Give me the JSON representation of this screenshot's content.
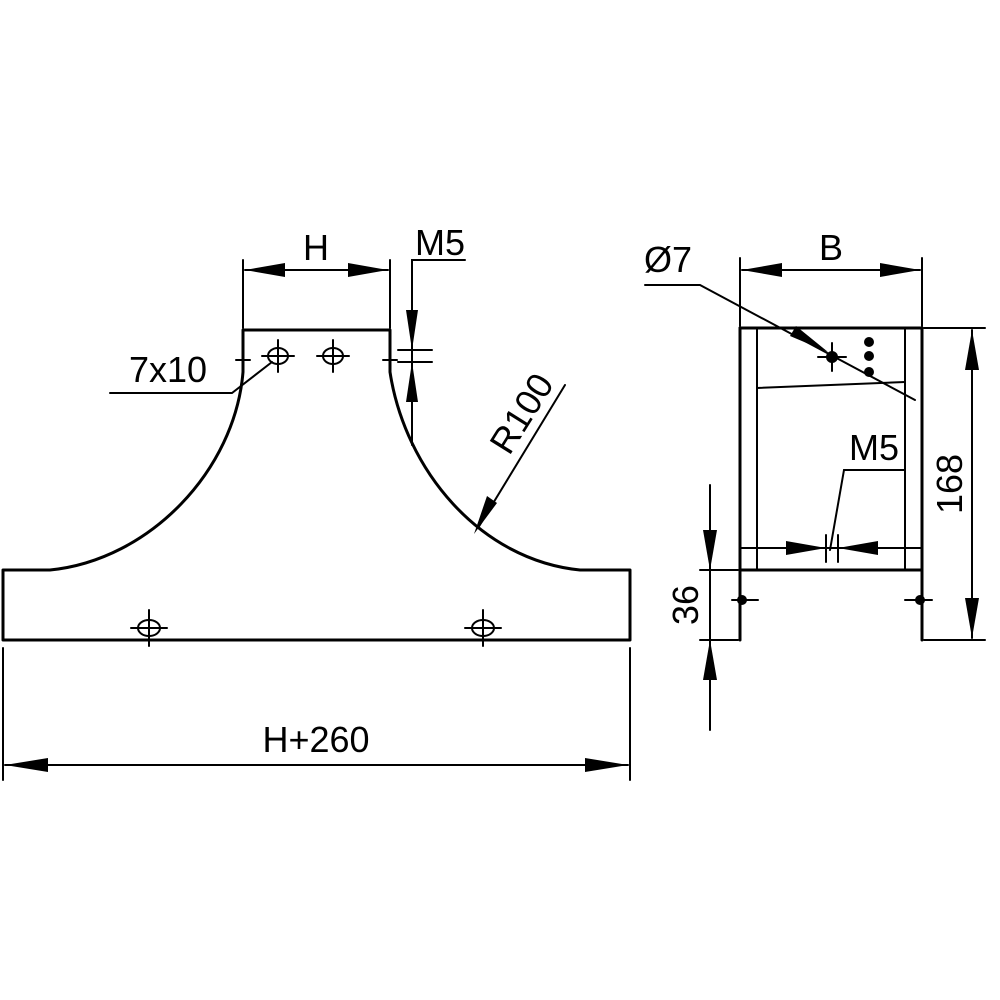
{
  "front_view": {
    "dim_top_width": "H",
    "dim_thread_top": "M5",
    "hole_label": "7x10",
    "radius_label": "R100",
    "overall_length": "H+260"
  },
  "side_view": {
    "dim_width": "B",
    "hole_diameter": "Ø7",
    "dim_thread_bottom": "M5",
    "overall_height": "168",
    "base_height": "36"
  }
}
